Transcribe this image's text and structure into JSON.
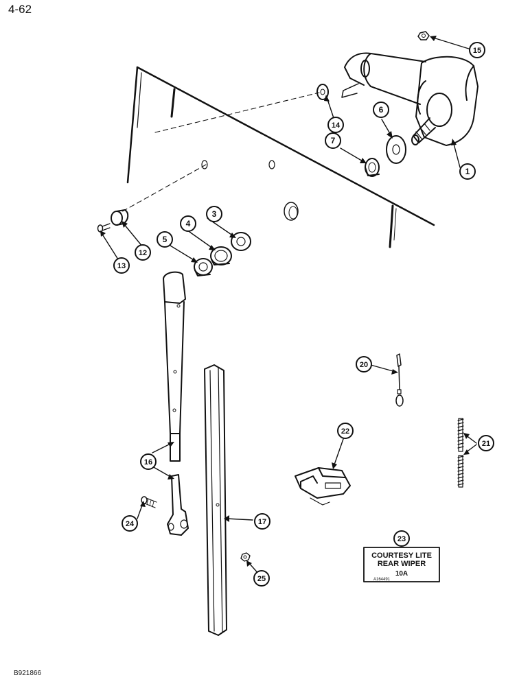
{
  "page_number": "4-62",
  "footer_code": "B921866",
  "label_plate": {
    "lines": [
      "COURTESY LITE",
      "REAR WIPER",
      "10A"
    ],
    "code": "A164491"
  },
  "callouts": [
    "1",
    "3",
    "4",
    "5",
    "6",
    "7",
    "12",
    "13",
    "14",
    "15",
    "16",
    "17",
    "20",
    "21",
    "22",
    "23",
    "24",
    "25"
  ]
}
